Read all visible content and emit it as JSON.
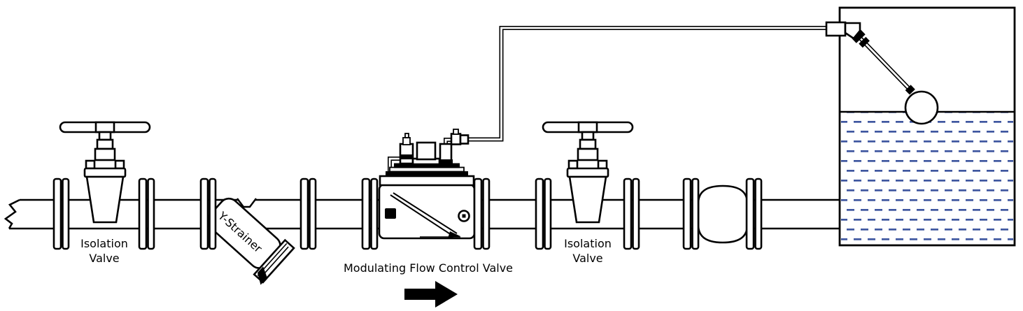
{
  "diagram": {
    "type": "piping-schematic",
    "labels": {
      "isolation_valve_left": "Isolation Valve",
      "y_strainer": "Y-Strainer",
      "modulating_valve": "Modulating Flow Control Valve",
      "isolation_valve_right": "Isolation Valve"
    },
    "flow_arrow": {
      "direction": "right"
    },
    "colors": {
      "line": "#000000",
      "water_dash": "#3f57a0",
      "background": "#ffffff"
    },
    "components": [
      "pipe-break-symbol",
      "isolation-gate-valve-left",
      "y-strainer",
      "modulating-flow-control-valve",
      "isolation-gate-valve-right",
      "flexible-coupling",
      "storage-tank",
      "float-valve",
      "float-ball",
      "pilot-control-tube"
    ]
  }
}
